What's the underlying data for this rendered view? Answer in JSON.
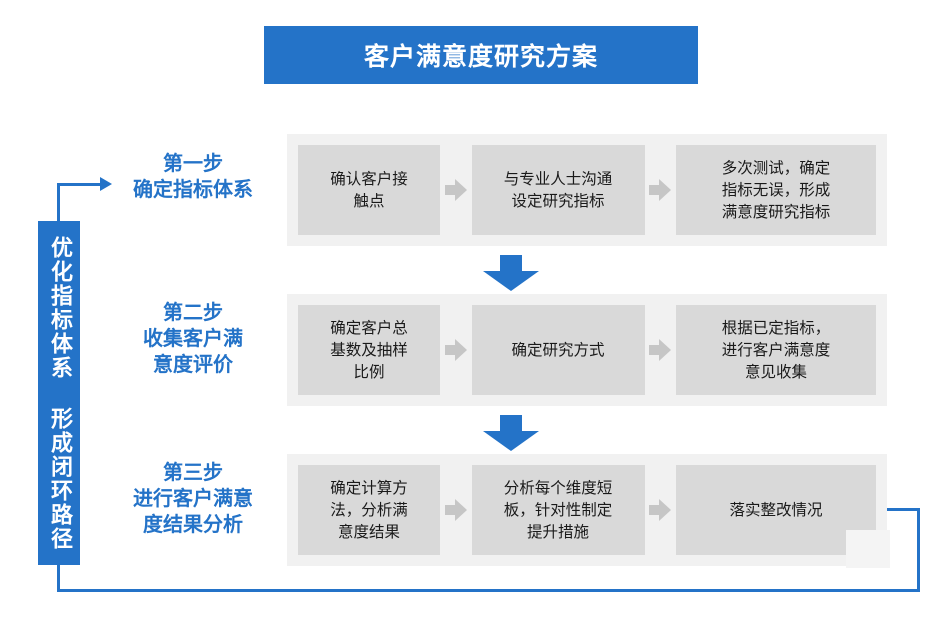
{
  "title": {
    "text": "客户满意度研究方案"
  },
  "side_banner": {
    "text": "优化指标体系 形成闭环路径"
  },
  "colors": {
    "brand_blue": "#2473c8",
    "row_background": "#f1f1f1",
    "box_background": "#d9d9d9",
    "arrow_grey": "#c6c6c6",
    "box_text": "#1a1a1a"
  },
  "steps": [
    {
      "label": "第一步\n确定指标体系",
      "boxes": [
        "确认客户接\n触点",
        "与专业人士沟通\n设定研究指标",
        "多次测试，确定\n指标无误，形成\n满意度研究指标"
      ]
    },
    {
      "label": "第二步\n收集客户满\n意度评价",
      "boxes": [
        "确定客户总\n基数及抽样\n比例",
        "确定研究方式",
        "根据已定指标，\n进行客户满意度\n意见收集"
      ]
    },
    {
      "label": "第三步\n进行客户满意\n度结果分析",
      "boxes": [
        "确定计算方\n法，分析满\n意度结果",
        "分析每个维度短\n板，针对性制定\n提升措施",
        "落实整改情况"
      ]
    }
  ],
  "watermark": {
    "text": ""
  }
}
